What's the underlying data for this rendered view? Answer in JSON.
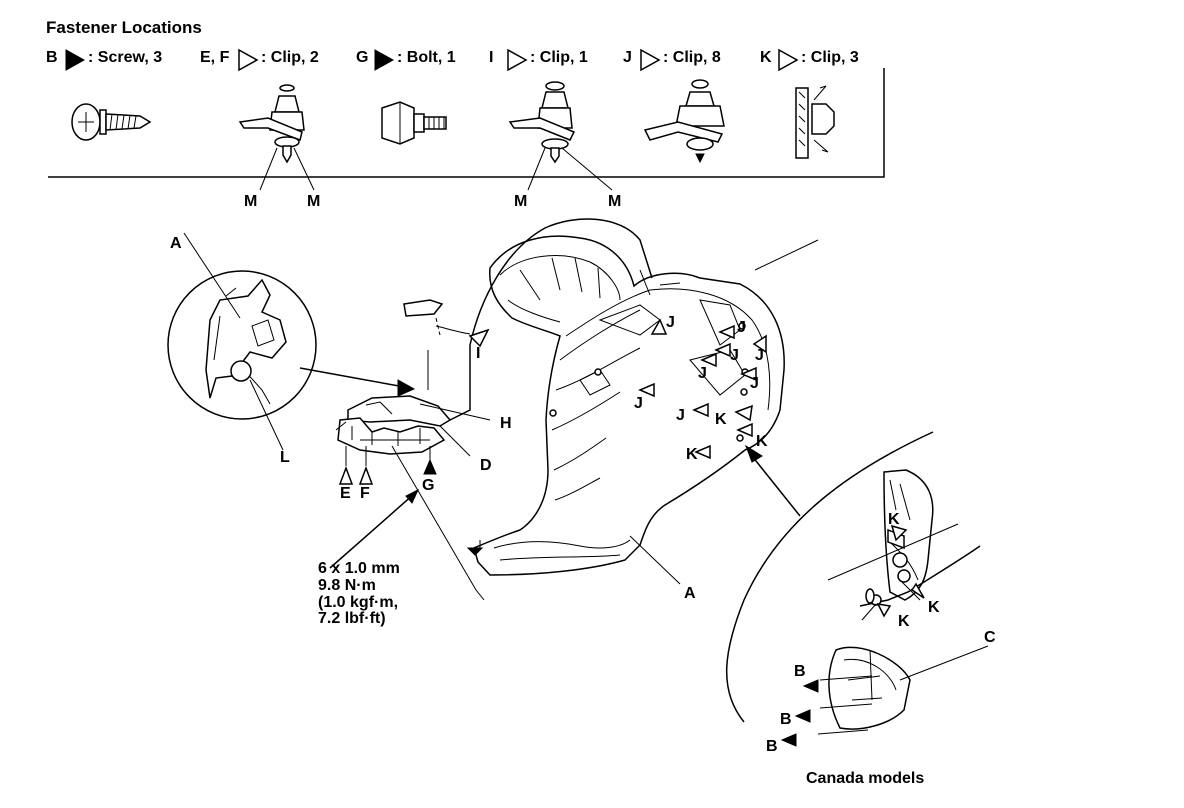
{
  "title": "Fastener Locations",
  "legend": [
    {
      "key": "B",
      "glyph": "filled",
      "desc": ": Screw, 3"
    },
    {
      "key": "E, F",
      "glyph": "open",
      "desc": ": Clip, 2"
    },
    {
      "key": "G",
      "glyph": "filled",
      "desc": ": Bolt, 1"
    },
    {
      "key": "I",
      "glyph": "open",
      "desc": ": Clip, 1"
    },
    {
      "key": "J",
      "glyph": "open",
      "desc": ": Clip, 8"
    },
    {
      "key": "K",
      "glyph": "open",
      "desc": ": Clip, 3"
    }
  ],
  "clip_tab": "M",
  "labels": {
    "A": "A",
    "C": "C",
    "D": "D",
    "H": "H",
    "L": "L",
    "E": "E",
    "F": "F",
    "G": "G",
    "I": "I",
    "J": "J",
    "K": "K",
    "B": "B"
  },
  "torque_spec": [
    "6 x 1.0 mm",
    "9.8 N·m",
    "(1.0 kgf·m,",
    "7.2 lbf·ft)"
  ],
  "inset_caption": "Canada models",
  "colors": {
    "ink": "#000000",
    "paper": "#ffffff"
  }
}
